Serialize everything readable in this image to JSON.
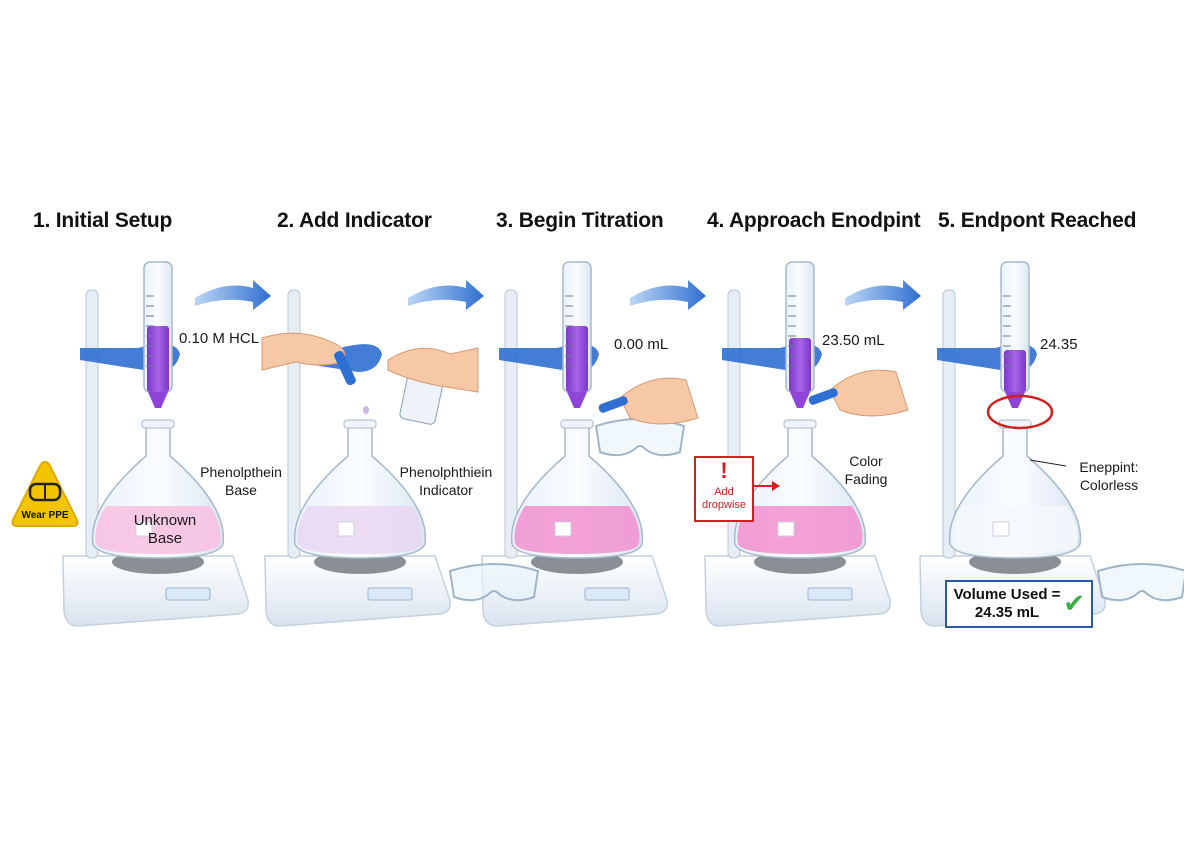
{
  "steps": [
    {
      "title": "1. Initial Setup"
    },
    {
      "title": "2. Add Indicator"
    },
    {
      "title": "3. Begin Titration"
    },
    {
      "title": "4. Approach Enodpint"
    },
    {
      "title": "5. Endpont Reached"
    }
  ],
  "labels": {
    "s1_burette": "0.10 M HCL",
    "s1_flask_side": "Phenolpthein\nBase",
    "s1_flask_inner": "Unknown\nBase",
    "s2_flask_side": "Phenolphthiein\nIndicator",
    "s3_burette": "0.00 mL",
    "s4_burette": "23.50 mL",
    "s4_flask_side": "Color\nFading",
    "s5_burette": "24.35",
    "s5_flask_side": "Eneppint:\nColorless"
  },
  "ppe": {
    "label": "Wear PPE"
  },
  "add_dropwise": {
    "mark": "!",
    "label": "Add\ndropwise"
  },
  "result": {
    "label": "Volume Used =\n24.35 mL",
    "check": "✔"
  },
  "colors": {
    "accent_blue": "#2f6fd1",
    "titrant_purple": "#8e44d6",
    "pink_solution": "#f3a6d4",
    "warning_yellow": "#f5c400",
    "alert_red": "#d21f1f",
    "check_green": "#3cb043"
  },
  "icons": [
    "arrow-right-icon",
    "warning-goggles-icon",
    "check-icon",
    "goggles-icon",
    "dropper-icon",
    "hand-icon",
    "indicator-bottle-icon"
  ]
}
